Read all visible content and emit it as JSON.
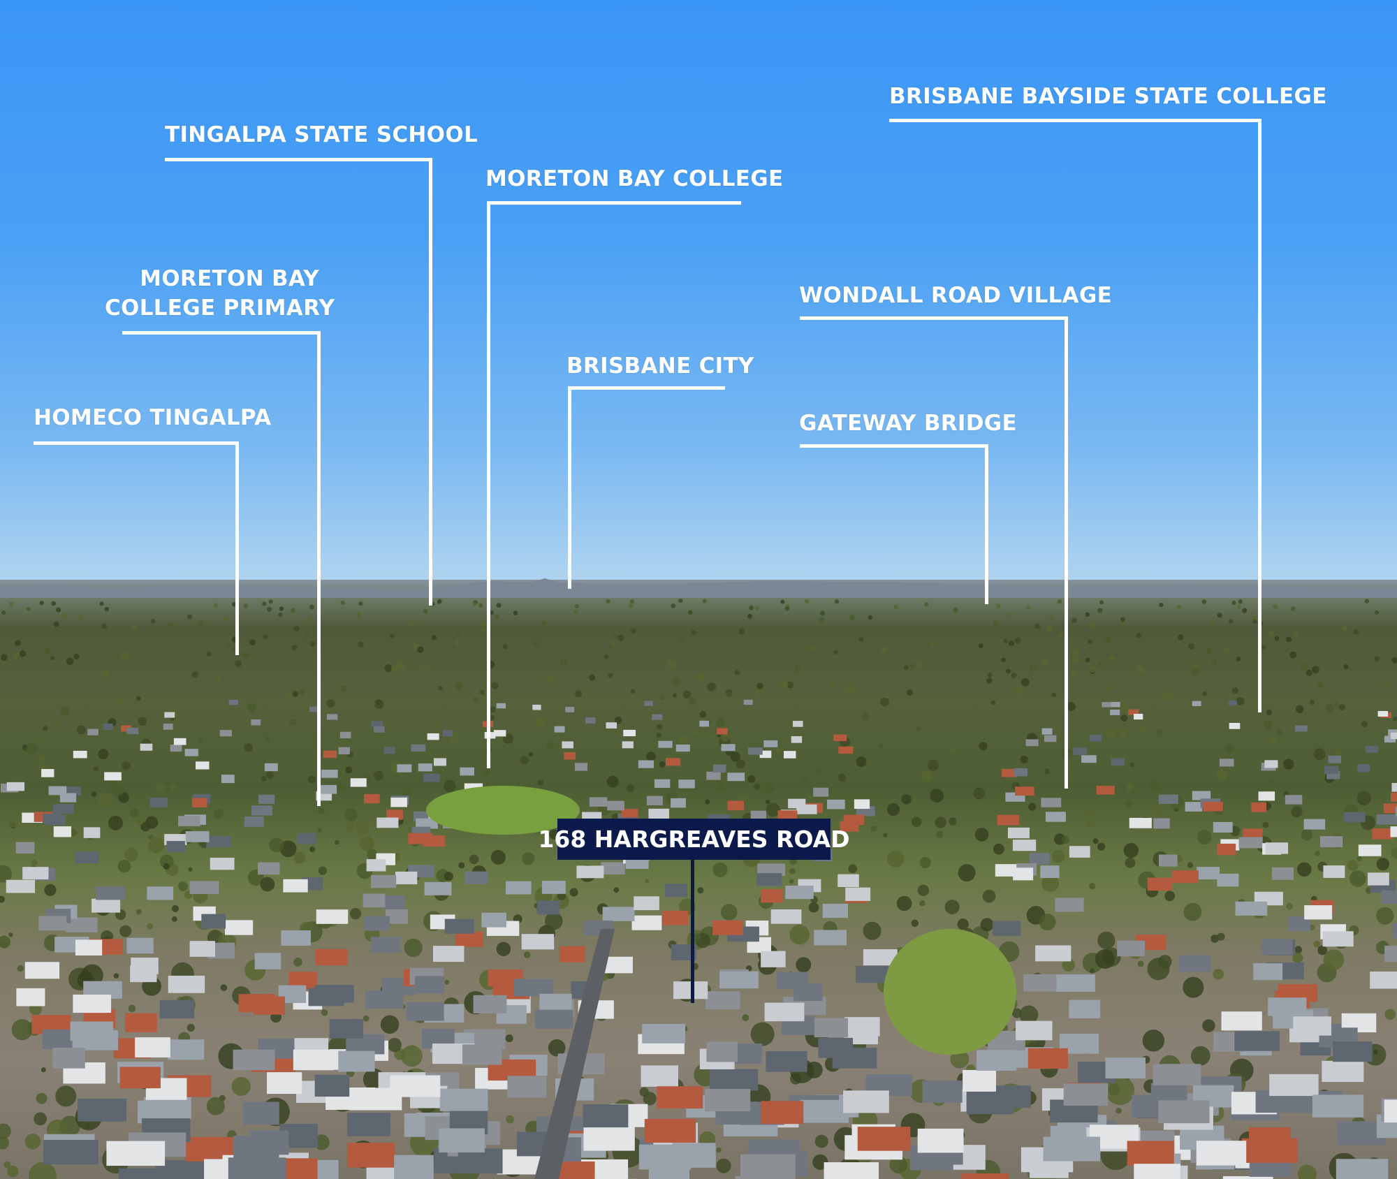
{
  "labels": {
    "bayside": "BRISBANE BAYSIDE STATE COLLEGE",
    "tingalpa_school": "TINGALPA STATE SCHOOL",
    "moreton_bay_college": "MORETON BAY COLLEGE",
    "mbc_primary_line1": "MORETON BAY",
    "mbc_primary_line2": "COLLEGE PRIMARY",
    "homeco": "HOMECO TINGALPA",
    "brisbane_city": "BRISBANE CITY",
    "wondall": "WONDALL ROAD VILLAGE",
    "gateway": "GATEWAY BRIDGE"
  },
  "property": {
    "address": "168 HARGREAVES ROAD"
  },
  "colors": {
    "sky": "#3a96f6",
    "address_box": "#0b1a4b",
    "callout_lines": "#ffffff"
  }
}
